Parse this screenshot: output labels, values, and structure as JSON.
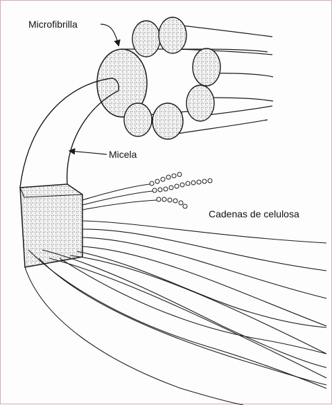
{
  "figure": {
    "labels": {
      "microfibril": "Microfibrilla",
      "micelle": "Micela",
      "cellulose_chains": "Cadenas de celulosa"
    },
    "colors": {
      "ink": "#1a1a1a",
      "border": "#d8a9b3",
      "background": "#fdfdfd"
    }
  }
}
